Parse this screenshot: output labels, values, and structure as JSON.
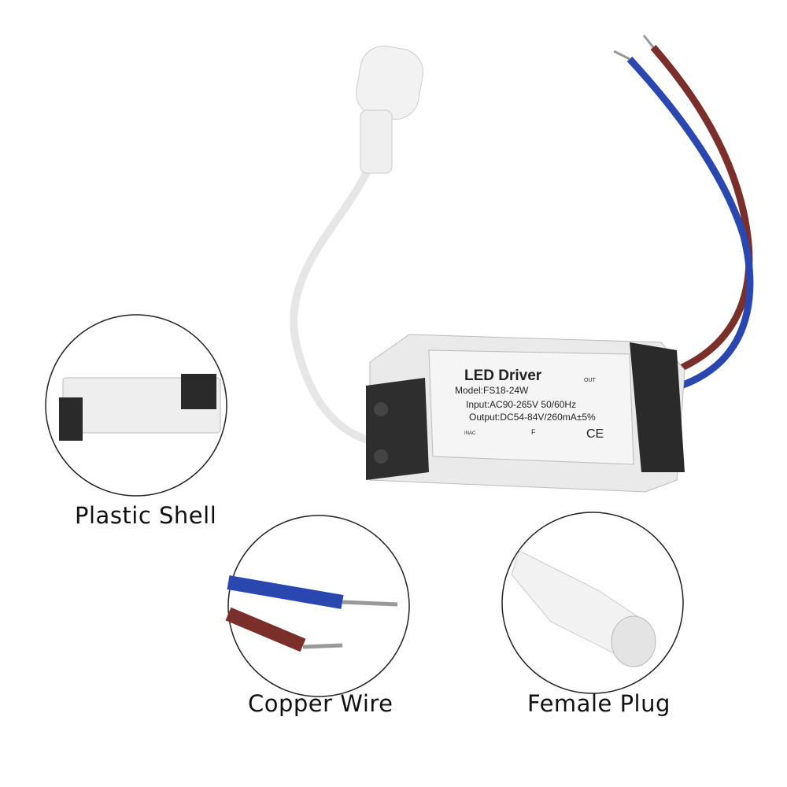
{
  "product": {
    "label_title": "LED Driver",
    "model": "Model:FS18-24W",
    "input": "Input:AC90-265V 50/60Hz",
    "output": "Output:DC54-84V/260mA±5%",
    "out_mark": "OUT",
    "inac_mark": "INAC",
    "ce_mark": "CE",
    "fuse_mark": "F"
  },
  "callouts": [
    {
      "caption": "Plastic Shell"
    },
    {
      "caption": "Copper Wire"
    },
    {
      "caption": "Female Plug"
    }
  ],
  "colors": {
    "shell_white": "#eeeeee",
    "shell_black": "#2a2a2a",
    "wire_blue": "#2a47b0",
    "wire_brown": "#7a2f2a"
  }
}
